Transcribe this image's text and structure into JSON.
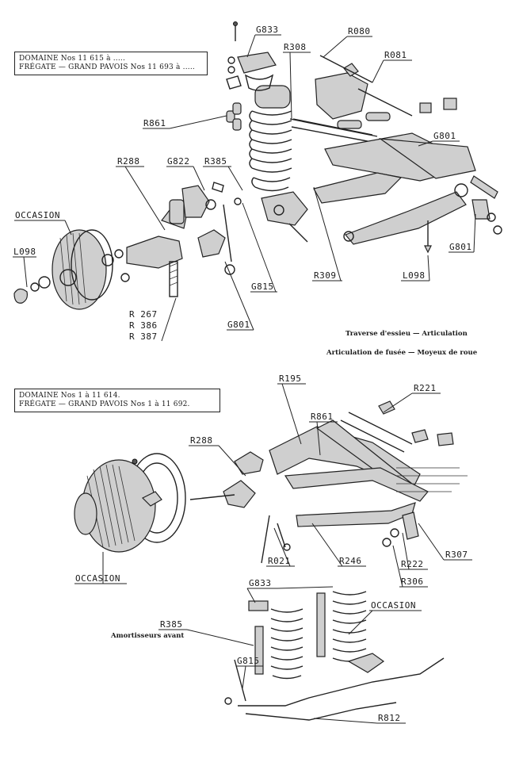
{
  "top_box": {
    "line1": "DOMAINE Nos 11 615 à .....",
    "line2": "FRÉGATE — GRAND PAVOIS Nos 11 693 à ....."
  },
  "top_caption": {
    "line1": "Traverse d'essieu — Articulation",
    "line2": "Articulation de fusée — Moyeux de roue"
  },
  "top_labels": {
    "g833": "G833",
    "r080": "R080",
    "r308": "R308",
    "r081": "R081",
    "r861": "R861",
    "g801a": "G801",
    "r288": "R288",
    "g822": "G822",
    "r385": "R385",
    "occasion": "OCCASION",
    "l098a": "L098",
    "g801b": "G801",
    "g815": "G815",
    "r309": "R309",
    "l098b": "L098",
    "r267": "R 267",
    "r386": "R 386",
    "r387": "R 387",
    "g801c": "G801"
  },
  "bottom_box": {
    "line1": "DOMAINE Nos 1 à 11 614.",
    "line2": "FRÉGATE — GRAND PAVOIS Nos 1 à 11 692."
  },
  "bottom_labels": {
    "r195": "R195",
    "r221": "R221",
    "r861": "R861",
    "r288": "R288",
    "occasion1": "OCCASION",
    "r021": "R021",
    "r246": "R246",
    "r222": "R222",
    "r307": "R307",
    "r306": "R306",
    "g833": "G833",
    "occasion2": "OCCASION",
    "r385": "R385",
    "g815": "G815",
    "r812": "R812"
  },
  "bottom_caption": "Amortisseurs avant"
}
